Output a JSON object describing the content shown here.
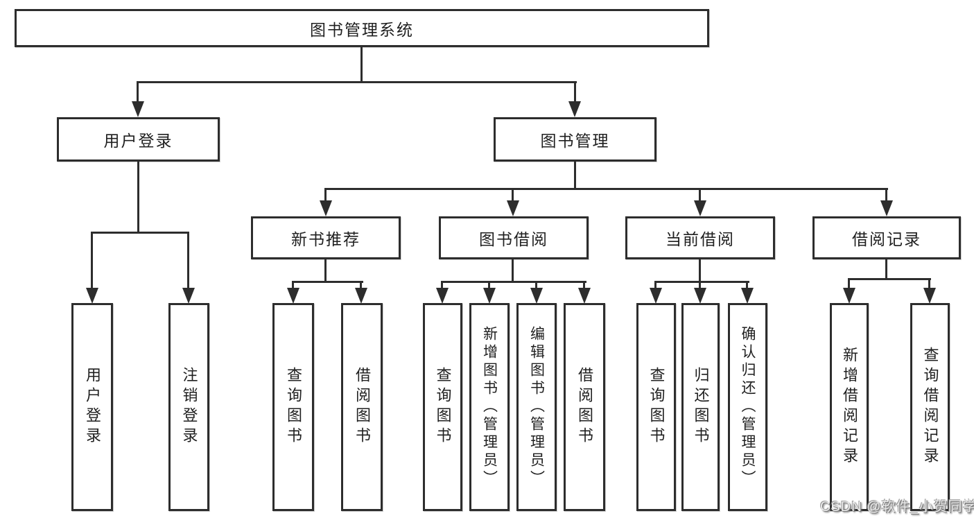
{
  "nodes": {
    "root": "图书管理系统",
    "user_login": "用户登录",
    "book_mgmt": "图书管理",
    "new_book_rec": "新书推荐",
    "book_borrow": "图书借阅",
    "current_borrow": "当前借阅",
    "borrow_records": "借阅记录"
  },
  "leaves": {
    "user_login_leaf": "用户登录",
    "logout": "注销登录",
    "nb_query_book": "查询图书",
    "nb_borrow_book": "借阅图书",
    "bb_query_book": "查询图书",
    "bb_add_book": "新增图书（管理员）",
    "bb_edit_book": "编辑图书（管理员）",
    "bb_borrow_book": "借阅图书",
    "cb_query_book": "查询图书",
    "cb_return_book": "归还图书",
    "cb_confirm_return": "确认归还（管理员）",
    "br_add_record": "新增借阅记录",
    "br_query_record": "查询借阅记录"
  },
  "watermark": "CSDN @软件_小贺同学",
  "colors": {
    "line": "#2d2d2d",
    "text": "#1f1f1f",
    "background": "#ffffff",
    "watermark_fill": "#e9e9e9",
    "watermark_shadow": "#7a7a7a"
  }
}
